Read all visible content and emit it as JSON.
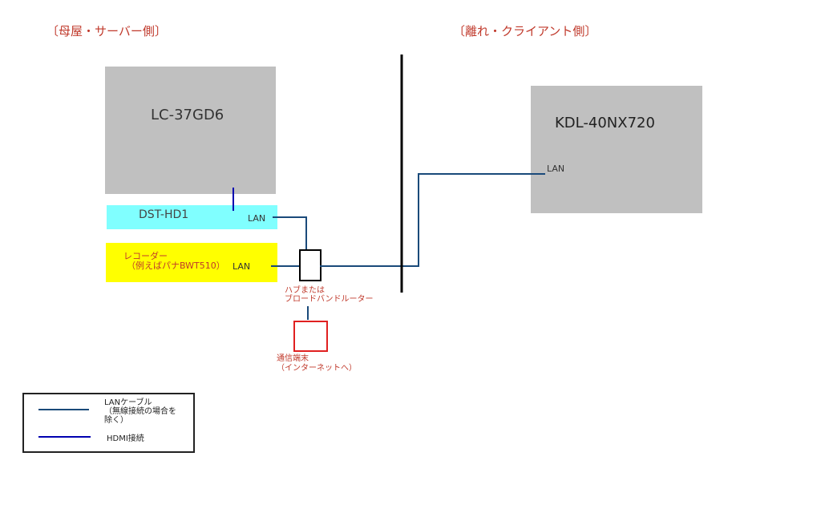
{
  "headings": {
    "server_side": "〔母屋・サーバー側〕",
    "client_side": "〔離れ・クライアント側〕"
  },
  "devices": {
    "server_tv": "LC-37GD6",
    "tuner": {
      "name": "DST-HD1",
      "port": "LAN"
    },
    "recorder": {
      "line1": "レコーダー",
      "line2": "（例えばパナBWT510）",
      "port": "LAN"
    },
    "hub": {
      "line1": "ハブまたは",
      "line2": "ブロードバンドルーター"
    },
    "modem": {
      "line1": "通信端末",
      "line2": "（インターネットへ）"
    },
    "client_tv": {
      "name": "KDL-40NX720",
      "port": "LAN"
    }
  },
  "legend": {
    "lan_line1": "LANケーブル",
    "lan_line2": "（無線接続の場合を",
    "lan_line3": "除く）",
    "hdmi": "HDMI接続"
  },
  "colors": {
    "lan": "#1a4a7a",
    "hdmi": "#0000b0",
    "tuner": "#80ffff",
    "recorder": "#ffff00",
    "tv": "#c0c0c0",
    "label_red": "#c0392b"
  }
}
